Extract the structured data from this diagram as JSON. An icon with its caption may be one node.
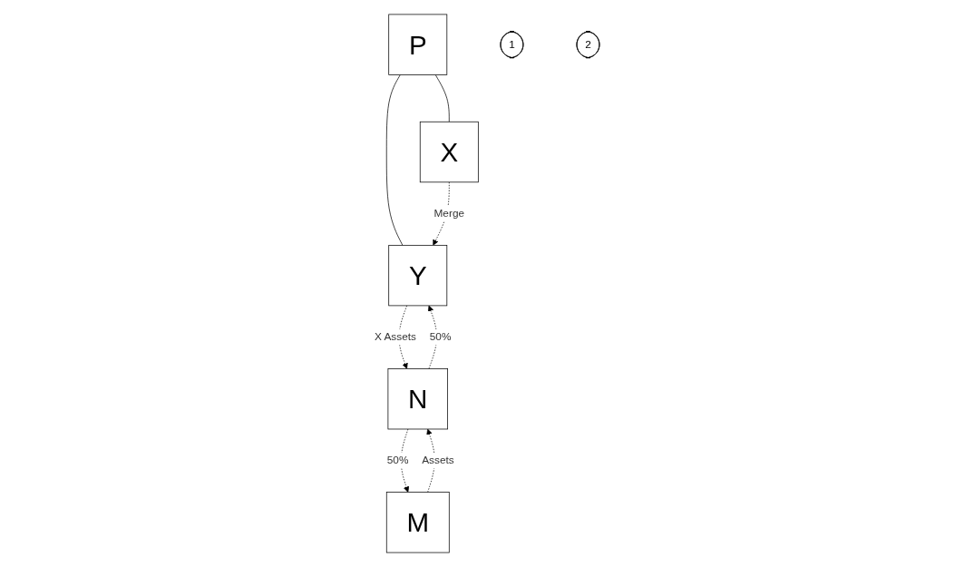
{
  "diagram": {
    "nodes": [
      {
        "text": [
          "P"
        ]
      },
      {
        "text": [
          "X"
        ]
      },
      {
        "text": [
          "1"
        ]
      },
      {
        "text": [
          "Y"
        ]
      },
      {
        "text": [
          "M"
        ]
      },
      {
        "text": [
          "2"
        ]
      },
      {
        "text": [
          "N"
        ]
      }
    ],
    "edges": [
      {
        "from": 0,
        "to": 1,
        "arrow": "none"
      },
      {
        "from": 0,
        "to": 3,
        "arrow": "none"
      },
      {
        "from": 1,
        "to": 3,
        "arrow": "to",
        "style": "dashed",
        "label": "Merge"
      },
      {
        "from": 3,
        "to": 6,
        "arrow": "to",
        "style": "dashed",
        "label": "X Assets"
      },
      {
        "from": 6,
        "to": 3,
        "arrow": "to",
        "style": "dashed",
        "label": "50%"
      },
      {
        "from": 6,
        "to": 4,
        "arrow": "to",
        "style": "dashed",
        "label": "50%"
      },
      {
        "from": 4,
        "to": 6,
        "arrow": "to",
        "style": "dashed",
        "label": "Assets"
      }
    ]
  }
}
